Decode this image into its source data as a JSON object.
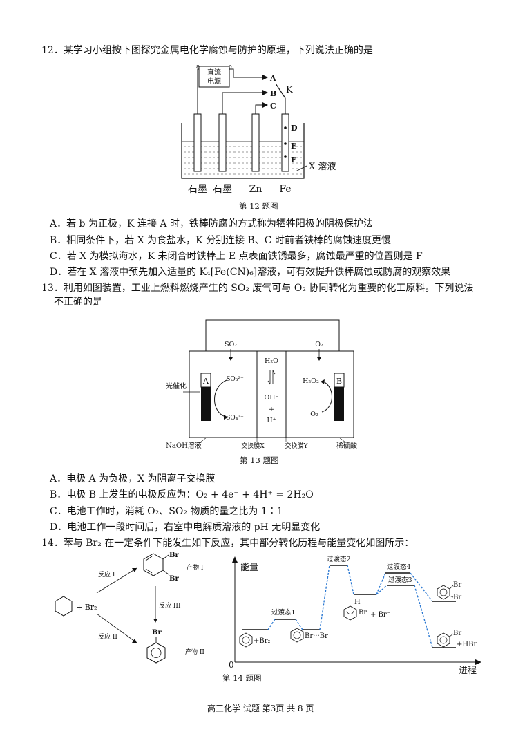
{
  "q12": {
    "stem": "12．某学习小组按下图探究金属电化学腐蚀与防护的原理，下列说法正确的是",
    "figure": {
      "caption": "第 12 题图",
      "power_label_top": "直流",
      "power_label_bottom": "电源",
      "terminal_a": "a",
      "terminal_b": "b",
      "switch_points": [
        "A",
        "B",
        "C"
      ],
      "switch_label": "K",
      "rod_points": [
        "D",
        "E",
        "F"
      ],
      "solution_label": "X 溶液",
      "electrodes": [
        "石墨",
        "石墨",
        "Zn",
        "Fe"
      ]
    },
    "options": [
      "A．若 b 为正极，K 连接 A 时，铁棒防腐的方式称为牺牲阳极的阴极保护法",
      "B．相同条件下，若 X 为食盐水，K 分别连接 B、C 时前者铁棒的腐蚀速度更慢",
      "C．若 X 为模拟海水，K 未闭合时铁棒上 E 点表面铁锈最多，腐蚀最严重的位置则是 F",
      "D．若在 X 溶液中预先加入适量的 K₄[Fe(CN)₆]溶液，可有效提升铁棒腐蚀或防腐的观察效果"
    ]
  },
  "q13": {
    "stem_line1": "13．利用如图装置，工业上燃料燃烧产生的 SO₂ 废气可与 O₂ 协同转化为重要的化工原料。下列说法",
    "stem_line2": "不正确的是",
    "figure": {
      "caption": "第 13 题图",
      "electrode_a": "A",
      "electrode_b": "B",
      "gas_left": "SO₂",
      "gas_right": "O₂",
      "left_ion_top": "SO₃²⁻",
      "left_ion_bottom": "SO₄²⁻",
      "light_label": "光催化",
      "middle_top": "H₂O",
      "middle_oh": "OH⁻",
      "middle_plus": "+",
      "middle_h": "H⁺",
      "right_top": "H₂O₂",
      "right_bottom": "O₂",
      "bottom_labels": [
        "NaOH溶液",
        "交换膜X",
        "交换膜Y",
        "稀硫酸"
      ]
    },
    "options": [
      "A．电极 A 为负极，X 为阴离子交换膜",
      "B．电极 B 上发生的电极反应为：O₂ + 4e⁻ + 4H⁺ = 2H₂O",
      "C．电池工作时，消耗 O₂、SO₂ 物质的量之比为 1∶1",
      "D．电池工作一段时间后，右室中电解质溶液的 pH 无明显变化"
    ]
  },
  "q14": {
    "stem": "14．苯与 Br₂ 在一定条件下能发生如下反应，其中部分转化历程与能量变化如图所示：",
    "scheme": {
      "reactant_plus": "+ Br₂",
      "reaction_1": "反应 I",
      "reaction_2": "反应 II",
      "reaction_3": "反应 III",
      "product_1": "产物 I",
      "product_2": "产物 II",
      "br": "Br"
    },
    "energy": {
      "y_label": "能量",
      "x_label": "进程",
      "origin": "0",
      "ts1": "过渡态1",
      "ts2": "过渡态2",
      "ts3": "过渡态3",
      "ts4": "过渡态4",
      "start": "+Br₂",
      "complex": "Br···Br",
      "intermediate_h": "H",
      "intermediate_br": "Br",
      "intermediate_rest": "+ Br⁻",
      "product_hbr": "+HBr",
      "br": "Br"
    },
    "caption": "第 14 题图"
  },
  "footer": "高三化学  试题  第3页  共 8 页"
}
